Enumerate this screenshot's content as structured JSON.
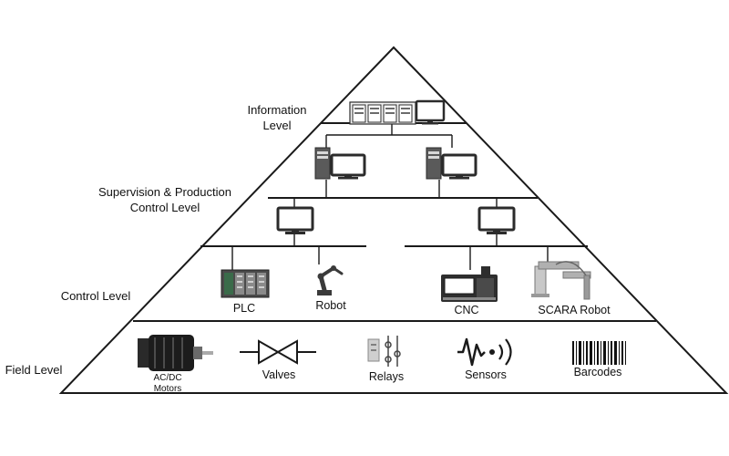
{
  "levels": {
    "information": [
      "Information",
      "Level"
    ],
    "supervision": [
      "Supervision & Production",
      "Control Level"
    ],
    "control": "Control Level",
    "field": "Field Level"
  },
  "devices": {
    "plc": "PLC",
    "robot": "Robot",
    "cnc": "CNC",
    "scara": "SCARA Robot",
    "motors": [
      "AC/DC",
      "Motors"
    ],
    "valves": "Valves",
    "relays": "Relays",
    "sensors": "Sensors",
    "barcodes": "Barcodes"
  },
  "colors": {
    "line": "#1a1a1a",
    "device_dark": "#2b2b2b",
    "device_mid": "#7a7a7a",
    "device_light": "#c8c8c8",
    "plc_module": "#3a6b4a"
  }
}
